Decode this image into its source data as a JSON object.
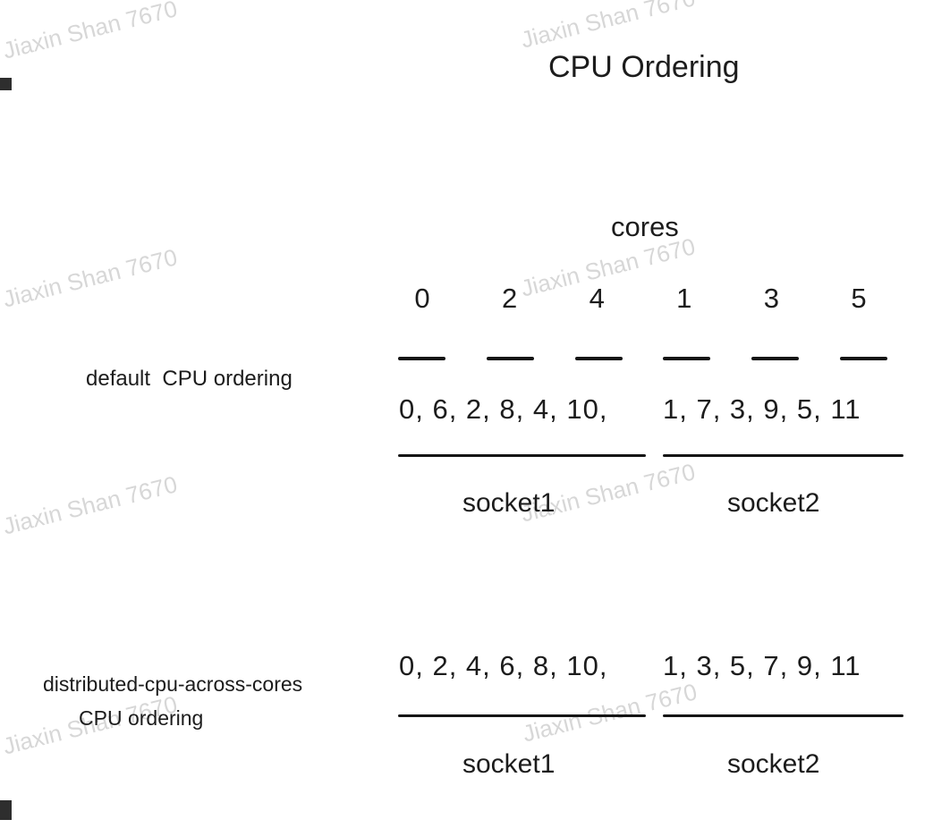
{
  "title": "CPU Ordering",
  "watermark": {
    "text": "Jiaxin Shan 7670"
  },
  "cores": {
    "label": "cores",
    "numbers": [
      "0",
      "2",
      "4",
      "1",
      "3",
      "5"
    ]
  },
  "sections": [
    {
      "label": "default  CPU ordering",
      "socket1_values": "0, 6, 2, 8, 4, 10,",
      "socket2_values": "1, 7, 3, 9, 5, 11",
      "socket1_label": "socket1",
      "socket2_label": "socket2"
    },
    {
      "label_line1": "distributed-cpu-across-cores",
      "label_line2": "CPU ordering",
      "socket1_values": "0, 2, 4, 6, 8, 10,",
      "socket2_values": "1, 3, 5, 7, 9, 11",
      "socket1_label": "socket1",
      "socket2_label": "socket2"
    }
  ]
}
